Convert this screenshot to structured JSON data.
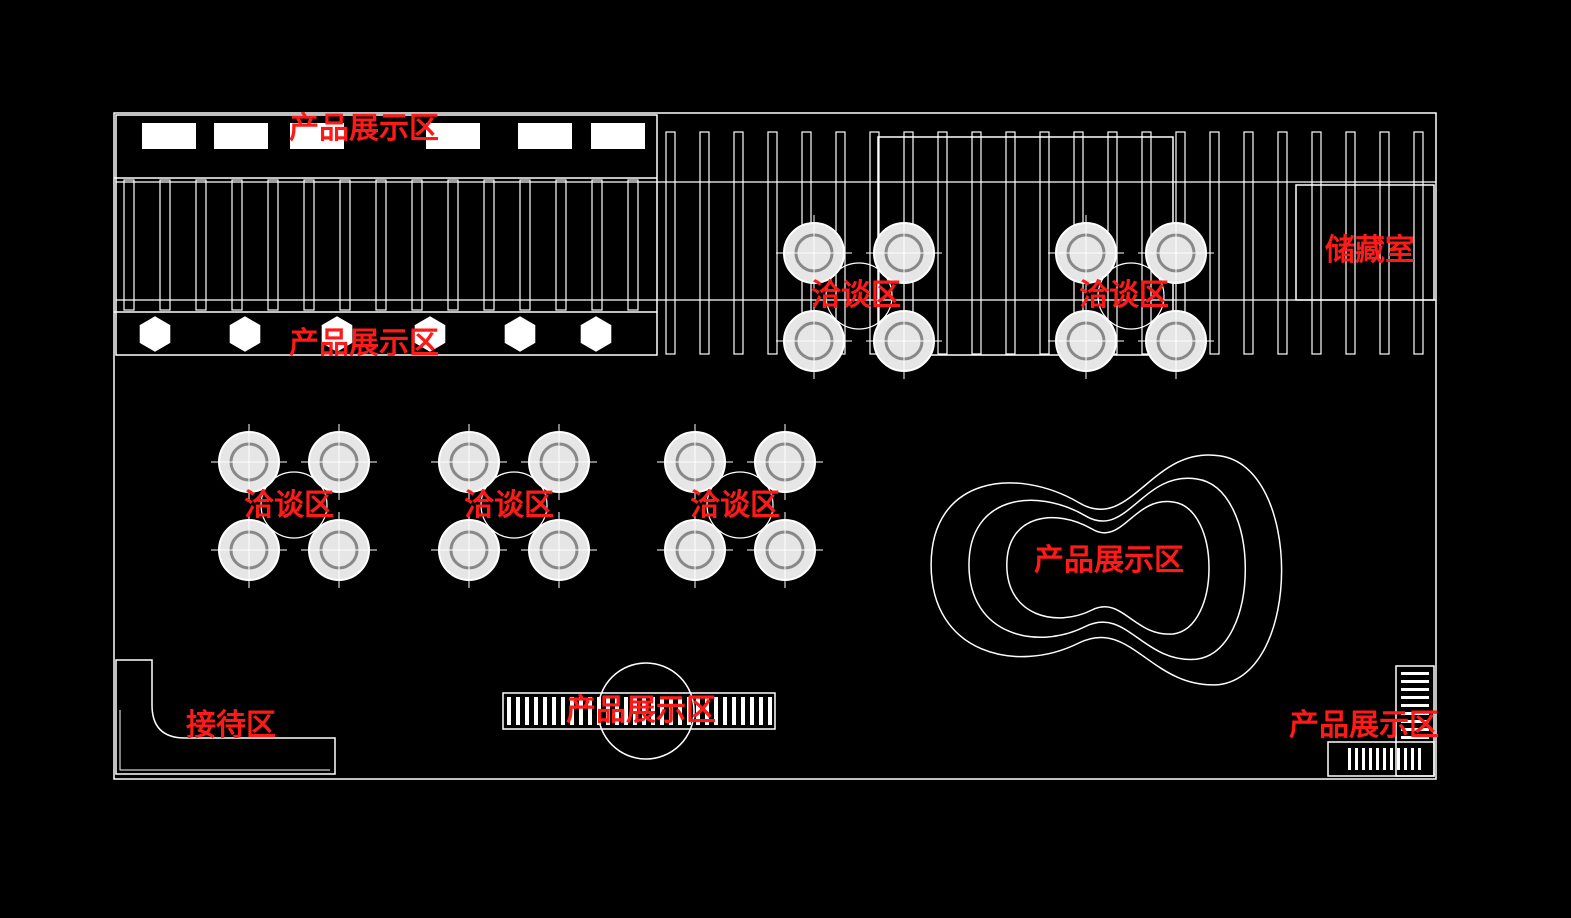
{
  "colors": {
    "background": "#000000",
    "linework": "#ffffff",
    "label": "#ff1a1a"
  },
  "labels": {
    "display_top": "产品展示区",
    "display_upper": "产品展示区",
    "negotiation_top_1": "洽谈区",
    "negotiation_top_2": "洽谈区",
    "storage": "储藏室",
    "negotiation_1": "洽谈区",
    "negotiation_2": "洽谈区",
    "negotiation_3": "洽谈区",
    "display_island": "产品展示区",
    "reception": "接待区",
    "display_bottom": "产品展示区",
    "display_corner": "产品展示区"
  }
}
